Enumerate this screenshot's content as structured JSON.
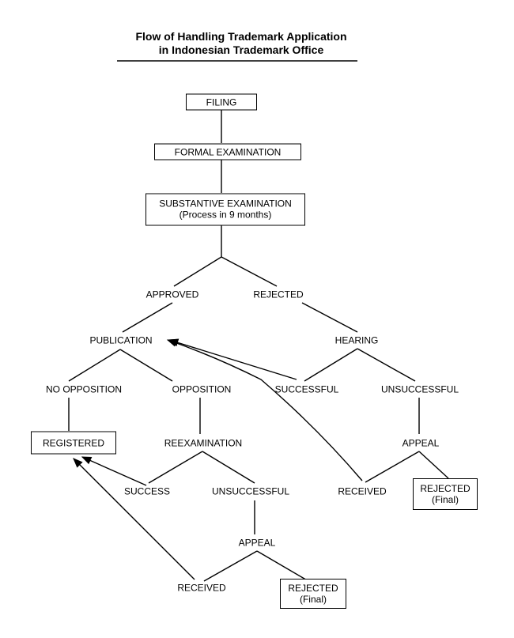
{
  "title": {
    "line1": "Flow of Handling Trademark Application",
    "line2": "in Indonesian Trademark Office"
  },
  "nodes": {
    "filing": "FILING",
    "formal_examination": "FORMAL EXAMINATION",
    "substantive_examination": "SUBSTANTIVE EXAMINATION",
    "substantive_note": "(Process in 9 months)",
    "approved": "APPROVED",
    "rejected": "REJECTED",
    "publication": "PUBLICATION",
    "hearing": "HEARING",
    "no_opposition": "NO OPPOSITION",
    "opposition": "OPPOSITION",
    "successful": "SUCCESSFUL",
    "unsuccessful_hearing": "UNSUCCESSFUL",
    "registered": "REGISTERED",
    "reexamination": "REEXAMINATION",
    "appeal_hearing": "APPEAL",
    "success": "SUCCESS",
    "unsuccessful_reexam": "UNSUCCESSFUL",
    "received_right": "RECEIVED",
    "rejected_final_right": "REJECTED",
    "final_right": "(Final)",
    "appeal_reexam": "APPEAL",
    "received_bottom": "RECEIVED",
    "rejected_final_bottom": "REJECTED",
    "final_bottom": "(Final)"
  }
}
